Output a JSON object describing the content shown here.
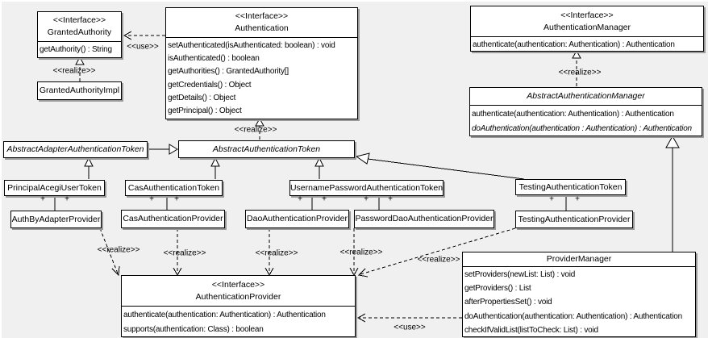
{
  "colors": {
    "background": "#f0f0f0",
    "box_fill": "#ffffff",
    "line": "#000000",
    "shadow": "#9a9a9a"
  },
  "labels": {
    "realize": "<<realize>>",
    "use": "<<use>>",
    "plus": "+",
    "interface_stereotype": "<<Interface>>"
  },
  "classes": {
    "granted_authority": {
      "stereotype": "<<Interface>>",
      "name": "GrantedAuthority",
      "methods": [
        "getAuthority() : String"
      ]
    },
    "granted_authority_impl": {
      "name": "GrantedAuthorityImpl"
    },
    "authentication": {
      "stereotype": "<<Interface>>",
      "name": "Authentication",
      "methods": [
        "setAuthenticated(isAuthenticated: boolean) : void",
        "isAuthenticated() : boolean",
        "getAuthorities() : GrantedAuthority[]",
        "getCredentials() : Object",
        "getDetails() : Object",
        "getPrincipal() : Object"
      ]
    },
    "authentication_manager": {
      "stereotype": "<<Interface>>",
      "name": "AuthenticationManager",
      "methods": [
        "authenticate(authentication: Authentication) : Authentication"
      ]
    },
    "abstract_authentication_manager": {
      "name": "AbstractAuthenticationManager",
      "methods": [
        "authenticate(authentication: Authentication) : Authentication",
        "doAuthentication(authentication : Authentication) : Authentication"
      ]
    },
    "abstract_adapter_authentication_token": {
      "name": "AbstractAdapterAuthenticationToken"
    },
    "abstract_authentication_token": {
      "name": "AbstractAuthenticationToken"
    },
    "principal_acegi_user_token": {
      "name": "PrincipalAcegiUserToken"
    },
    "cas_authentication_token": {
      "name": "CasAuthenticationToken"
    },
    "username_password_authentication_token": {
      "name": "UsernamePasswordAuthenticationToken"
    },
    "testing_authentication_token": {
      "name": "TestingAuthenticationToken"
    },
    "auth_by_adapter_provider": {
      "name": "AuthByAdapterProvider"
    },
    "cas_authentication_provider": {
      "name": "CasAuthenticationProvider"
    },
    "dao_authentication_provider": {
      "name": "DaoAuthenticationProvider"
    },
    "password_dao_authentication_provider": {
      "name": "PasswordDaoAuthenticationProvider"
    },
    "testing_authentication_provider": {
      "name": "TestingAuthenticationProvider"
    },
    "authentication_provider": {
      "stereotype": "<<Interface>>",
      "name": "AuthenticationProvider",
      "methods": [
        "authenticate(authentication: Authentication) : Authentication",
        "supports(authentication: Class) : boolean"
      ]
    },
    "provider_manager": {
      "name": "ProviderManager",
      "methods": [
        "setProviders(newList: List) : void",
        "getProviders() : List",
        "afterPropertiesSet() : void",
        "doAuthentication(authentication: Authentication) : Authentication",
        "checkIfValidList(listToCheck: List) : void"
      ]
    }
  }
}
